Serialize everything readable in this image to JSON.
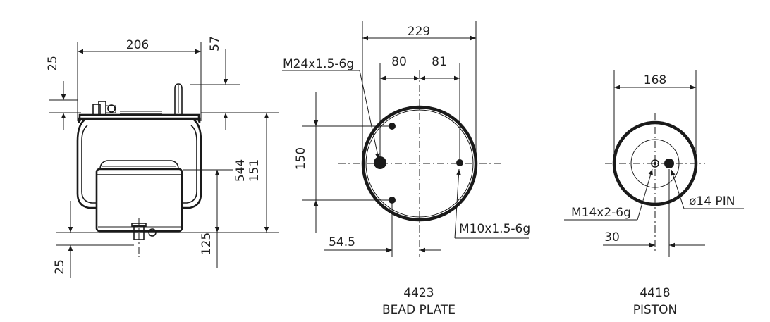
{
  "side_view": {
    "width_206": "206",
    "offset_57": "57",
    "top_25": "25",
    "height_544": "544",
    "height_151": "151",
    "bottom_25": "25",
    "height_125": "125"
  },
  "bead_plate": {
    "dia_229": "229",
    "spacing_80": "80",
    "spacing_81": "81",
    "spacing_150": "150",
    "offset_54_5": "54.5",
    "thread_m24": "M24x1.5-6g",
    "thread_m10": "M10x1.5-6g",
    "part_number": "4423",
    "part_label": "BEAD PLATE"
  },
  "piston": {
    "dia_168": "168",
    "thread_m14": "M14x2-6g",
    "pin": "ø14 PIN",
    "offset_30": "30",
    "part_number": "4418",
    "part_label": "PISTON"
  }
}
